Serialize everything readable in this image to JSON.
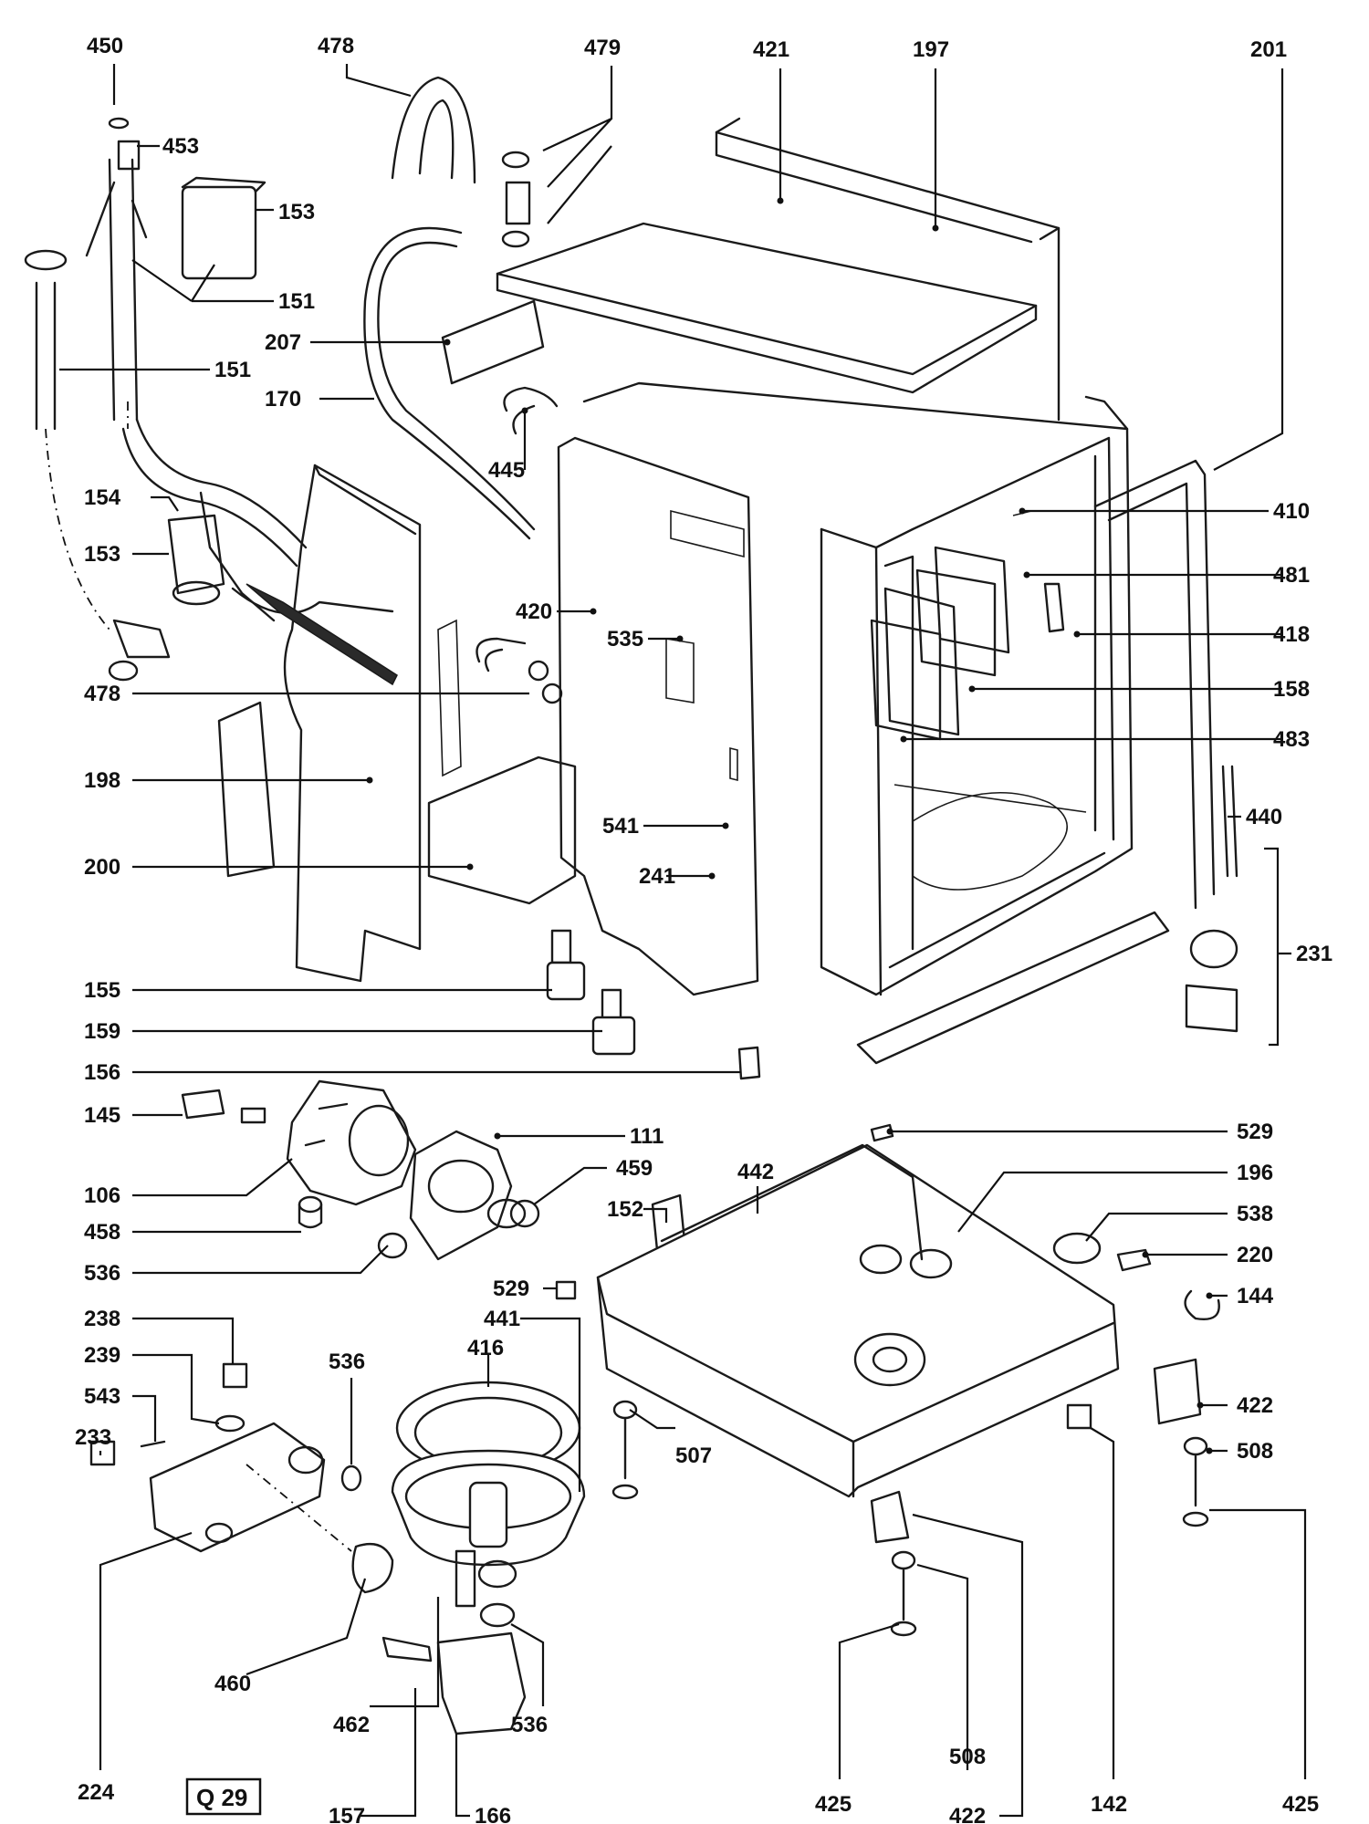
{
  "reference": "Q 29",
  "callouts": {
    "c450": "450",
    "c478a": "478",
    "c479": "479",
    "c421": "421",
    "c197": "197",
    "c201": "201",
    "c453": "453",
    "c153a": "153",
    "c151a": "151",
    "c207": "207",
    "c151b": "151",
    "c170": "170",
    "c445": "445",
    "c410": "410",
    "c154": "154",
    "c481": "481",
    "c153b": "153",
    "c418": "418",
    "c420": "420",
    "c535": "535",
    "c158": "158",
    "c478b": "478",
    "c483": "483",
    "c198": "198",
    "c440": "440",
    "c541": "541",
    "c200": "200",
    "c241": "241",
    "c231": "231",
    "c155": "155",
    "c159": "159",
    "c156": "156",
    "c145": "145",
    "c529a": "529",
    "c111": "111",
    "c196": "196",
    "c106": "106",
    "c459": "459",
    "c442": "442",
    "c458": "458",
    "c152": "152",
    "c538": "538",
    "c536a": "536",
    "c220": "220",
    "c529b": "529",
    "c144": "144",
    "c441": "441",
    "c238": "238",
    "c416": "416",
    "c536b": "536",
    "c239": "239",
    "c422a": "422",
    "c543": "543",
    "c507": "507",
    "c508a": "508",
    "c233": "233",
    "c460": "460",
    "c462": "462",
    "c536c": "536",
    "c508b": "508",
    "c224": "224",
    "c157": "157",
    "c166": "166",
    "c425a": "425",
    "c422b": "422",
    "c142": "142",
    "c425b": "425"
  }
}
